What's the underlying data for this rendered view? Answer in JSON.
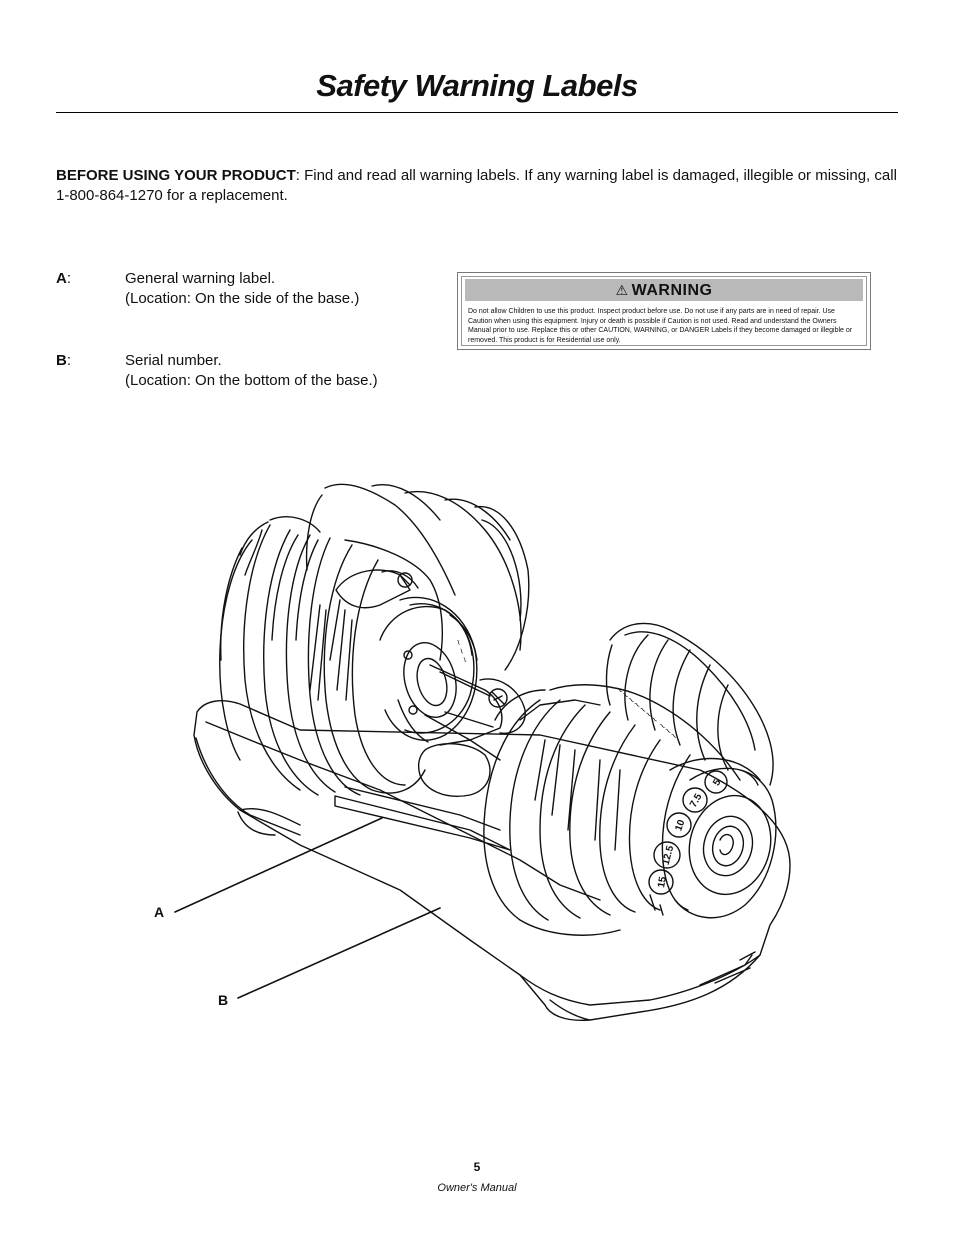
{
  "page": {
    "title": "Safety Warning Labels",
    "intro_lead": "BEFORE USING YOUR PRODUCT",
    "intro_text": ":  Find and read all warning labels. If any warning label is damaged, illegible or missing, call 1-800-864-1270 for a replacement.",
    "items": [
      {
        "key": "A",
        "desc_line1": "General warning label.",
        "desc_line2": "(Location: On the side of the base.)"
      },
      {
        "key": "B",
        "desc_line1": "Serial number.",
        "desc_line2": "(Location: On the bottom of the base.)"
      }
    ],
    "warning_label": {
      "heading": "WARNING",
      "body": "Do not allow Children to use this product. Inspect product before use. Do not use if any parts are in need of repair. Use Caution when using this equipment.  Injury or death is possible if Caution is not used. Read and understand the Owners Manual prior to use. Replace this or other CAUTION, WARNING, or DANGER Labels if they become damaged or illegible or removed. This product is for Residential use only."
    },
    "callouts": {
      "a": "A",
      "b": "B"
    },
    "dial_numbers": [
      "5",
      "7.5",
      "10",
      "12.5",
      "15"
    ],
    "page_number": "5",
    "footer": "Owner's Manual"
  }
}
